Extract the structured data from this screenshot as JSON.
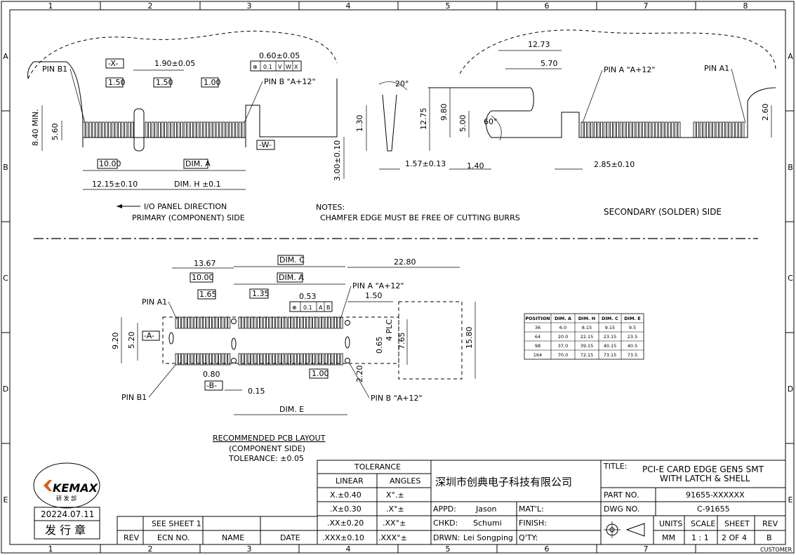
{
  "grid": {
    "cols": [
      "1",
      "2",
      "3",
      "4",
      "5",
      "6",
      "7",
      "8"
    ],
    "rows": [
      "A",
      "B",
      "C",
      "D",
      "E"
    ]
  },
  "top_left": {
    "pin_b1": "PIN B1",
    "datum_x": "-X-",
    "pitch": "1.90±0.05",
    "tol": "0.60±0.05",
    "fcf": [
      "⊕",
      "0.1",
      "V",
      "W",
      "X"
    ],
    "pin_b12": "PIN B \"A+12\"",
    "b150a": "1.50",
    "b150b": "1.50",
    "b100": "1.00",
    "d840": "8.40 MIN.",
    "d560": "5.60",
    "datum_w": "-W-",
    "b1000": "10.00",
    "dim_a": "DIM. A",
    "d1215": "12.15±0.10",
    "dim_h": "DIM. H ±0.1",
    "d300": "3.00±0.10",
    "io_dir": "I/O PANEL DIRECTION",
    "primary": "PRIMARY (COMPONENT) SIDE"
  },
  "chamfer": {
    "angle": "20°",
    "d130": "1.30",
    "d157": "1.57±0.13"
  },
  "notes": {
    "title": "NOTES:",
    "text": "CHAMFER EDGE MUST BE FREE OF CUTTING BURRS"
  },
  "top_right": {
    "d1273": "12.73",
    "d570": "5.70",
    "pin_a12": "PIN A \"A+12\"",
    "pin_a1": "PIN A1",
    "d1275": "12.75",
    "d980": "9.80",
    "d500": "5.00",
    "a60": "60°",
    "d260": "2.60",
    "d140": "1.40",
    "d285": "2.85±0.10",
    "secondary": "SECONDARY (SOLDER) SIDE"
  },
  "pcb": {
    "d1367": "13.67",
    "dim_c": "DIM. C",
    "d2280": "22.80",
    "b1000": "10.00",
    "dim_a": "DIM. A",
    "b165": "1.65",
    "b135": "1.35",
    "d053": "0.53",
    "fcf": [
      "⊕",
      "0.1",
      "A",
      "B"
    ],
    "pin_a12": "PIN A \"A+12\"",
    "d150": "1.50",
    "pin_a1": "PIN A1",
    "d920": "9.20",
    "d520": "5.20",
    "datum_a": "-A-",
    "d065": "0.65",
    "plc": "4 PLC",
    "d765": "7.65",
    "d1580": "15.80",
    "d080": "0.80",
    "datum_b": "-B-",
    "d015": "0.15",
    "b100": "1.00",
    "d220": "2.20",
    "pin_b1": "PIN B1",
    "pin_b12": "PIN B \"A+12\"",
    "dim_e": "DIM. E",
    "title": "RECOMMENDED PCB LAYOUT",
    "side": "(COMPONENT SIDE)",
    "tol": "TOLERANCE: ±0.05"
  },
  "dim_table": {
    "headers": [
      "POSITION",
      "DIM. A",
      "DIM. H",
      "DIM. C",
      "DIM. E"
    ],
    "rows": [
      [
        "36",
        "6.0",
        "8.15",
        "9.15",
        "9.5"
      ],
      [
        "64",
        "20.0",
        "22.15",
        "23.15",
        "23.5"
      ],
      [
        "98",
        "37.0",
        "39.15",
        "40.15",
        "40.5"
      ],
      [
        "164",
        "70.0",
        "72.15",
        "73.15",
        "73.5"
      ]
    ]
  },
  "stamp": {
    "brand": "KEMAX",
    "dept": "研 发 部",
    "date": "20224.07.11",
    "label": "发 行 章"
  },
  "title_block": {
    "see_sheet": "SEE SHEET 1",
    "rev_hdr": [
      "REV",
      "ECN NO.",
      "NAME",
      "DATE"
    ],
    "tolerance": "TOLERANCE",
    "linear": "LINEAR",
    "angles": "ANGLES",
    "lin_rows": [
      "X.±0.40",
      ".X±0.30",
      ".XX±0.20",
      ".XXX±0.10"
    ],
    "ang_rows": [
      "X°.±",
      ".X°±",
      ".XX°±",
      ".XXX°±"
    ],
    "company": "深圳市创典电子科技有限公司",
    "appd": "APPD:",
    "appd_v": "Jason",
    "chkd": "CHKD:",
    "chkd_v": "Schumi",
    "drwn": "DRWN:",
    "drwn_v": "Lei Songping",
    "matl": "MAT'L:",
    "finish": "FINISH:",
    "qty": "Q'TY:",
    "title_lbl": "TITLE:",
    "title1": "PCI-E CARD EDGE GEN5 SMT",
    "title2": "WITH LATCH & SHELL",
    "part_lbl": "PART NO.",
    "part_v": "91655-XXXXXX",
    "dwg_lbl": "DWG NO.",
    "dwg_v": "C-91655",
    "units": "UNITS",
    "units_v": "MM",
    "scale": "SCALE",
    "scale_v": "1 : 1",
    "sheet": "SHEET",
    "sheet_v": "2 OF 4",
    "rev": "REV",
    "rev_v": "B",
    "customer": "CUSTOMER"
  }
}
